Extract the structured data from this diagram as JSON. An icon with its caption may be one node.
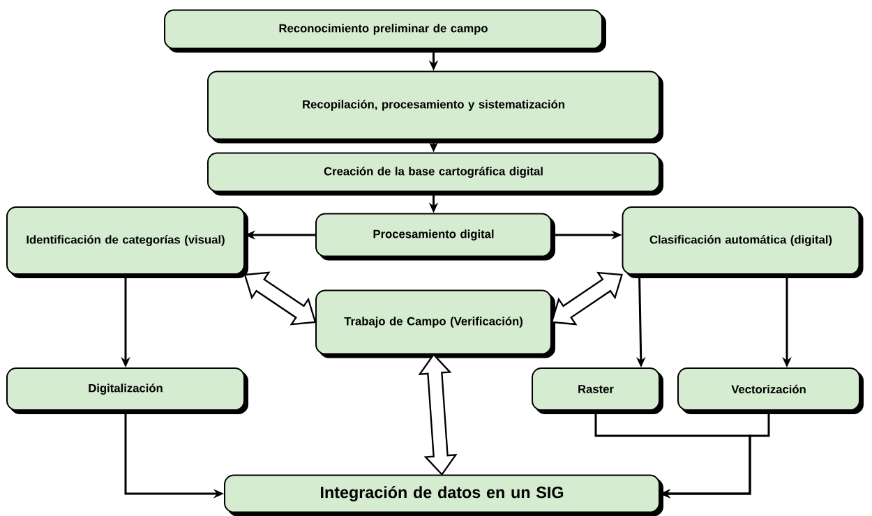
{
  "diagram": {
    "nodes": [
      {
        "text": [
          "Reconocimiento preliminar de campo"
        ]
      },
      {
        "text": [
          "Recopilación, procesamiento y sistematización"
        ]
      },
      {
        "text": [
          "Creación de la base cartográfica digital"
        ]
      },
      {
        "text": [
          "Procesamiento digital"
        ]
      },
      {
        "text": [
          "Identificación de categorías (visual)"
        ]
      },
      {
        "text": [
          "Clasificación automática (digital)"
        ]
      },
      {
        "text": [
          "Trabajo de Campo (Verificación)"
        ]
      },
      {
        "text": [
          "Digitalización"
        ]
      },
      {
        "text": [
          "Raster"
        ]
      },
      {
        "text": [
          "Vectorización"
        ]
      },
      {
        "text": [
          "Integración de datos en un SIG"
        ]
      }
    ],
    "edges": [
      {
        "from": 0,
        "to": 1,
        "arrow": "to"
      },
      {
        "from": 1,
        "to": 2,
        "arrow": "to"
      },
      {
        "from": 2,
        "to": 3,
        "arrow": "to"
      },
      {
        "from": 3,
        "to": 4,
        "arrow": "to"
      },
      {
        "from": 3,
        "to": 5,
        "arrow": "to"
      },
      {
        "from": 4,
        "to": 6,
        "arrow": "both",
        "style": "thick"
      },
      {
        "from": 5,
        "to": 6,
        "arrow": "both",
        "style": "thick"
      },
      {
        "from": 4,
        "to": 7,
        "arrow": "to"
      },
      {
        "from": 5,
        "to": 8,
        "arrow": "to"
      },
      {
        "from": 5,
        "to": 9,
        "arrow": "to"
      },
      {
        "from": 6,
        "to": 10,
        "arrow": "both",
        "style": "thick"
      },
      {
        "from": 7,
        "to": 10,
        "arrow": "to"
      },
      {
        "from": 8,
        "to": 10,
        "arrow": "to"
      },
      {
        "from": 9,
        "to": 10,
        "arrow": "to"
      }
    ]
  }
}
